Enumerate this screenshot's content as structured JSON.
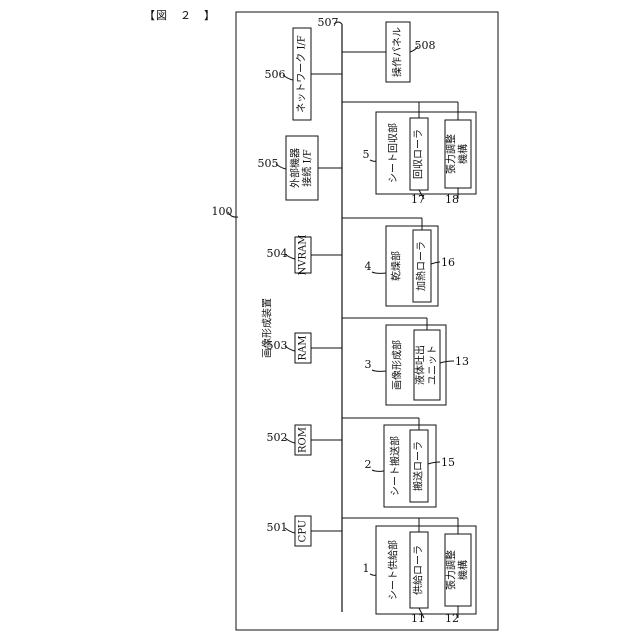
{
  "figure_caption": "【図　２　】",
  "apparatus": {
    "label": "画像形成装置",
    "ref": "100"
  },
  "bus_ref": "507",
  "left_components": [
    {
      "key": "cpu",
      "label": "CPU",
      "ref": "501"
    },
    {
      "key": "rom",
      "label": "ROM",
      "ref": "502"
    },
    {
      "key": "ram",
      "label": "RAM",
      "ref": "503"
    },
    {
      "key": "nvram",
      "label": "NVRAM",
      "ref": "504"
    },
    {
      "key": "ext-if",
      "label": [
        "外部機器",
        "接続 I/F"
      ],
      "ref": "505"
    },
    {
      "key": "net-if",
      "label": "ネットワーク I/F",
      "ref": "506"
    }
  ],
  "panel": {
    "label": "操作パネル",
    "ref": "508"
  },
  "units": [
    {
      "key": "sheet-feed",
      "label": "シート供給部",
      "ref": "1",
      "subs": [
        {
          "label": "供給ローラ",
          "ref": "11"
        },
        {
          "label": [
            "張力調整",
            "機構"
          ],
          "ref": "12"
        }
      ]
    },
    {
      "key": "sheet-transport",
      "label": "シート搬送部",
      "ref": "2",
      "subs": [
        {
          "label": "搬送ローラ",
          "ref": "15"
        }
      ]
    },
    {
      "key": "image-forming",
      "label": "画像形成部",
      "ref": "3",
      "subs": [
        {
          "label": [
            "液体吐出",
            "ユニット"
          ],
          "ref": "13"
        }
      ]
    },
    {
      "key": "drying",
      "label": "乾燥部",
      "ref": "4",
      "subs": [
        {
          "label": "加熱ローラ",
          "ref": "16"
        }
      ]
    },
    {
      "key": "sheet-collect",
      "label": "シート回収部",
      "ref": "5",
      "subs": [
        {
          "label": "回収ローラ",
          "ref": "17"
        },
        {
          "label": [
            "張力調整",
            "機構"
          ],
          "ref": "18"
        }
      ]
    }
  ]
}
